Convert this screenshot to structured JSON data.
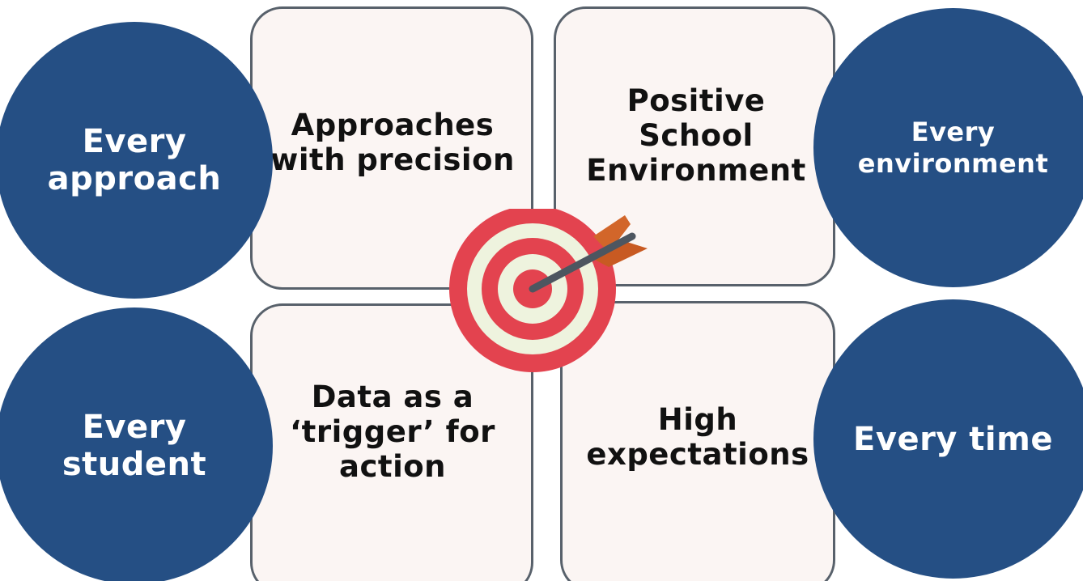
{
  "cards": {
    "top_left": "Approaches\nwith precision",
    "top_right": "Positive\nSchool\nEnvironment",
    "bottom_left": "Data as a\n‘trigger’ for\naction",
    "bottom_right": "High\nexpectations"
  },
  "circles": {
    "top_left": "Every\napproach",
    "top_right": "Every\nenvironment",
    "bottom_left": "Every\nstudent",
    "bottom_right": "Every time"
  },
  "colors": {
    "circle": "#254f84",
    "card_fill": "#fbf5f3",
    "card_border": "#58616b",
    "target_red": "#e3434f",
    "target_cream": "#eef3de",
    "arrow_feather": "#d2662a",
    "arrow_shaft": "#4d5660"
  },
  "icons": {
    "center": "target-with-arrow-icon"
  }
}
